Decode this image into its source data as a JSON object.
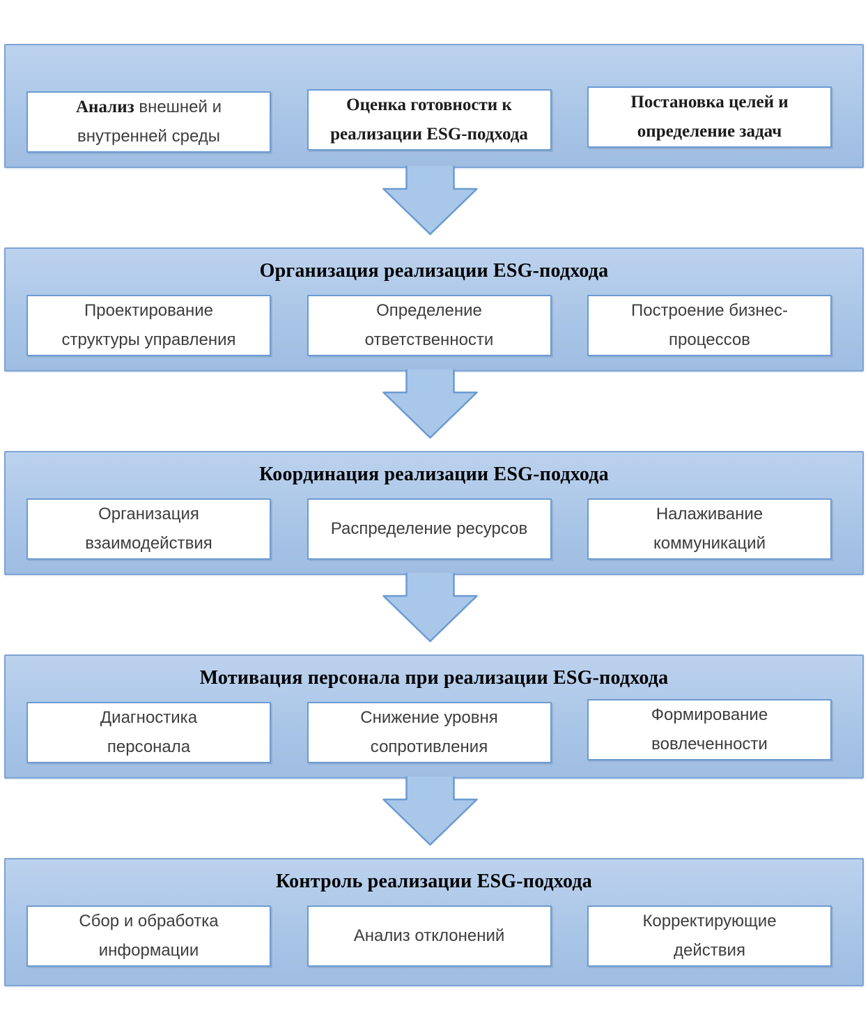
{
  "colors": {
    "band_fill_top": "#bcd2ee",
    "band_fill_bottom": "#9fbde2",
    "band_border": "#7da4d4",
    "box_fill": "#ffffff",
    "box_border": "#6b9ad1",
    "arrow_fill": "#a9c7e9",
    "arrow_border": "#6b9ad1",
    "title_color": "#000000",
    "box_text_color": "#3d3d3d"
  },
  "icons": {
    "down_arrow": "⬇"
  },
  "bands": [
    {
      "id": "analysis",
      "title": "",
      "boxes": [
        {
          "lead": "Анализ",
          "text": "внешней и\nвнутренней среды"
        },
        {
          "text": "Оценка готовности к\nреализации ESG-подхода"
        },
        {
          "text": "Постановка целей и\nопределение задач"
        }
      ]
    },
    {
      "id": "organization",
      "title": "Организация реализации ESG-подхода",
      "boxes": [
        {
          "text": "Проектирование\nструктуры управления"
        },
        {
          "text": "Определение\nответственности"
        },
        {
          "text": "Построение бизнес-\nпроцессов"
        }
      ]
    },
    {
      "id": "coordination",
      "title": "Координация реализации ESG-подхода",
      "boxes": [
        {
          "text": "Организация\nвзаимодействия"
        },
        {
          "text": "Распределение ресурсов"
        },
        {
          "text": "Налаживание\nкоммуникаций"
        }
      ]
    },
    {
      "id": "motivation",
      "title": "Мотивация персонала при реализации ESG-подхода",
      "boxes": [
        {
          "text": "Диагностика\nперсонала"
        },
        {
          "text": "Снижение уровня\nсопротивления"
        },
        {
          "text": "Формирование\nвовлеченности"
        }
      ]
    },
    {
      "id": "control",
      "title": "Контроль реализации ESG-подхода",
      "boxes": [
        {
          "text": "Сбор и обработка\nинформации"
        },
        {
          "text": "Анализ отклонений"
        },
        {
          "text": "Корректирующие\nдействия"
        }
      ]
    }
  ]
}
